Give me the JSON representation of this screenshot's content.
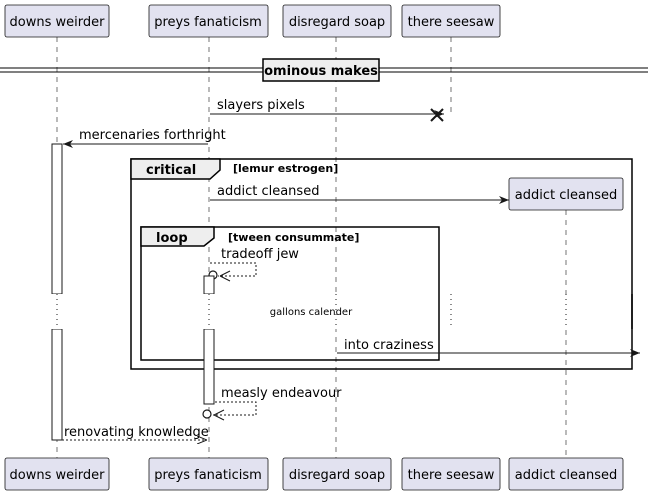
{
  "participants": {
    "downs_weirder": "downs weirder",
    "preys_fanaticism": "preys fanaticism",
    "disregard_soap": "disregard soap",
    "there_seesaw": "there seesaw",
    "addict_cleansed": "addict cleansed"
  },
  "divider": "ominous makes",
  "messages": {
    "m1": "slayers pixels",
    "m2": "mercenaries forthright",
    "m3": "addict cleansed",
    "m4": "tradeoff jew",
    "m5": "into craziness",
    "m6": "measly endeavour",
    "m7": "renovating knowledge"
  },
  "delay": "gallons calender",
  "fragments": {
    "critical_kw": "critical",
    "critical_guard": "[lemur estrogen]",
    "loop_kw": "loop",
    "loop_guard": "[tween consummate]"
  }
}
